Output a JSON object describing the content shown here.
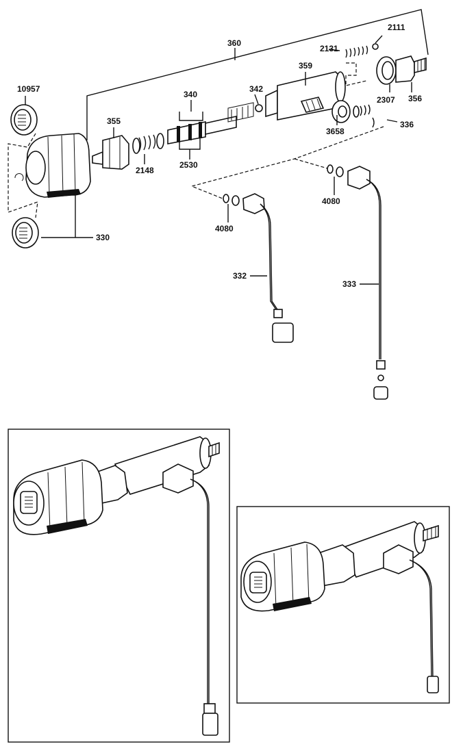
{
  "diagram": {
    "part_numbers": {
      "p360": "360",
      "p2111": "2111",
      "p2131": "2131",
      "p359": "359",
      "p10957": "10957",
      "p340": "340",
      "p342": "342",
      "p355": "355",
      "p2307": "2307",
      "p356": "356",
      "p3658": "3658",
      "p336": "336",
      "p2148": "2148",
      "p2530": "2530",
      "p4080a": "4080",
      "p4080b": "4080",
      "p330": "330",
      "p332": "332",
      "p333": "333"
    }
  }
}
